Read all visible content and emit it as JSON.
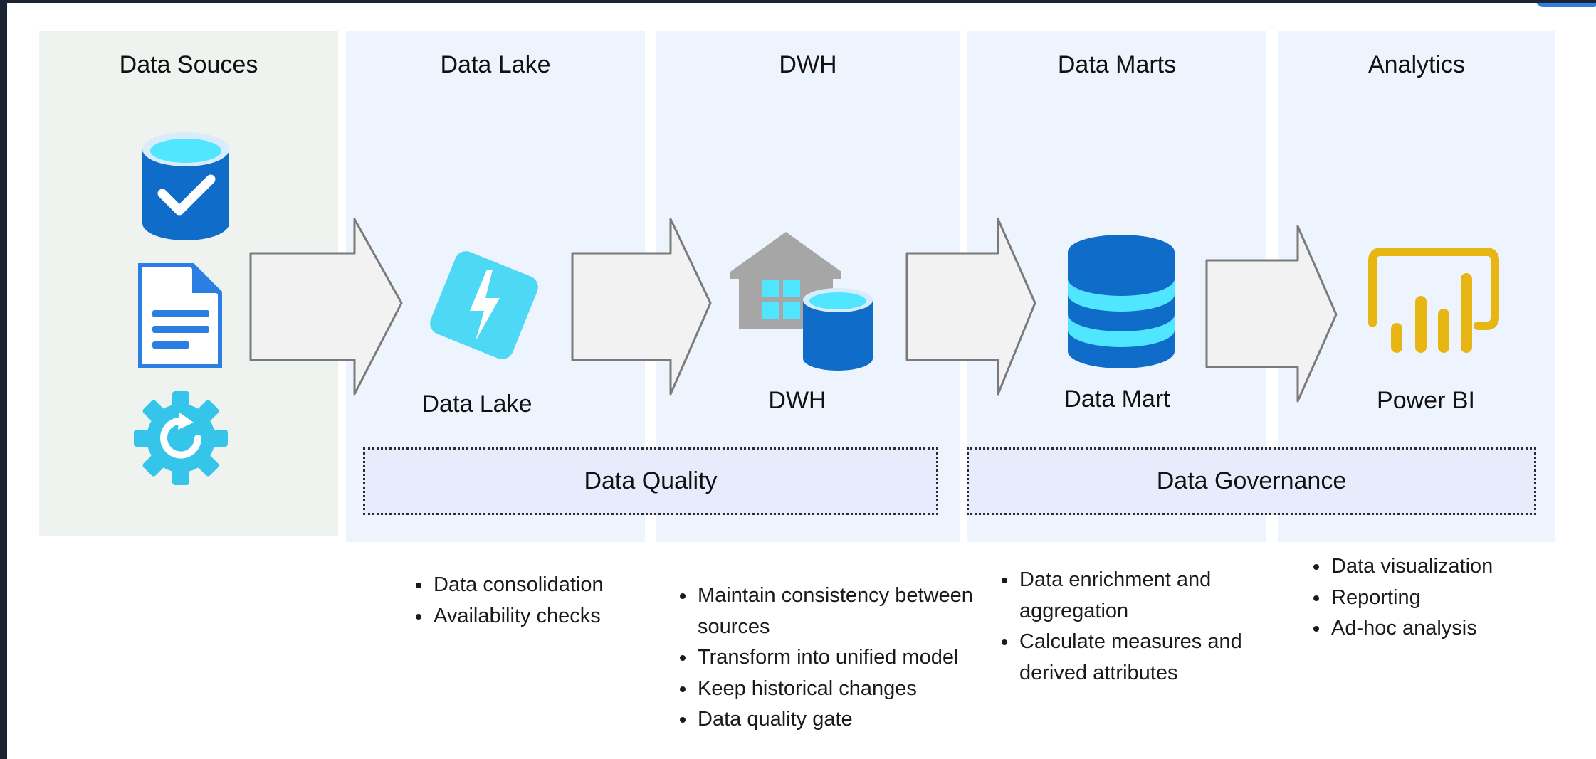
{
  "columns": [
    {
      "key": "sources",
      "title": "Data Souces"
    },
    {
      "key": "lake",
      "title": "Data Lake"
    },
    {
      "key": "dwh",
      "title": "DWH"
    },
    {
      "key": "marts",
      "title": "Data Marts"
    },
    {
      "key": "analytics",
      "title": "Analytics"
    }
  ],
  "stages": {
    "lake": "Data Lake",
    "dwh": "DWH",
    "marts": "Data Mart",
    "analytics": "Power BI"
  },
  "bands": {
    "quality": "Data Quality",
    "governance": "Data Governance"
  },
  "notes": {
    "lake": [
      "Data consolidation",
      "Availability checks"
    ],
    "dwh": [
      "Maintain consistency between sources",
      "Transform into unified model",
      "Keep historical changes",
      "Data quality gate"
    ],
    "marts": [
      "Data enrichment and aggregation",
      "Calculate measures and derived attributes"
    ],
    "analytics": [
      "Data visualization",
      "Reporting",
      "Ad-hoc analysis"
    ]
  },
  "icons": {
    "sources": [
      "database-check-icon",
      "document-icon",
      "gear-refresh-icon"
    ],
    "lake": "data-lake-lightning-icon",
    "dwh": "warehouse-database-icon",
    "marts": "database-stack-icon",
    "analytics": "power-bi-icon"
  },
  "colors": {
    "azure_blue": "#0f6cc9",
    "cyan": "#50e6ff",
    "lake_cyan": "#4dd8f5",
    "powerbi_gold": "#e8b613",
    "grey": "#a0a0a0",
    "arrow_fill": "#f2f2f2",
    "arrow_stroke": "#7a7a7a",
    "band_fill": "#e7ecfd"
  }
}
